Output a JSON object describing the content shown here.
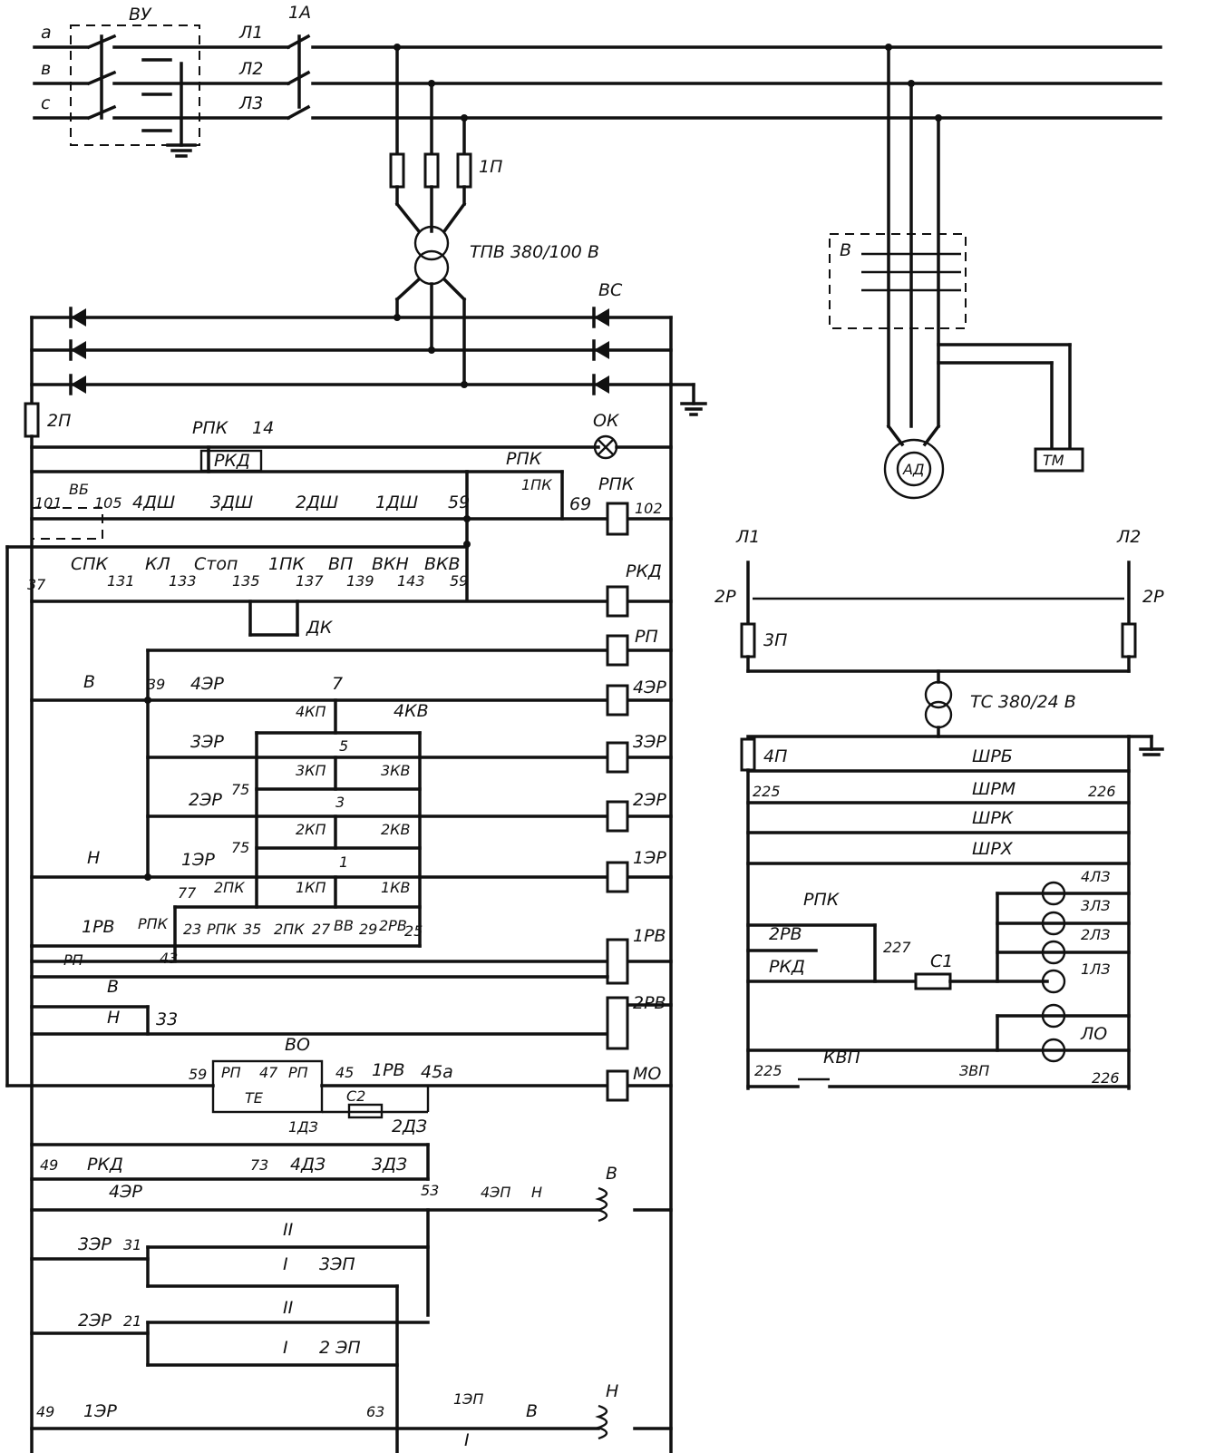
{
  "supply": {
    "phases": [
      "a",
      "в",
      "с"
    ],
    "input_switch": "ВУ",
    "breaker": "1А",
    "lines": [
      "Л1",
      "Л2",
      "Л3"
    ],
    "fuse_1": "1П",
    "transformer_main": "ТПВ 380/100 В",
    "rectifier": "ВС",
    "fuse_2": "2П"
  },
  "motor": {
    "motor": "АД",
    "brake": "ТМ",
    "stator_mark": "В"
  },
  "control": {
    "labels": {
      "rpk": "РПК",
      "n14": "14",
      "rkd": "РКД",
      "ok": "ОК",
      "n101": "101",
      "vb": "ВБ",
      "n105": "105",
      "dsh4": "4ДШ",
      "dsh3": "3ДШ",
      "dsh2": "2ДШ",
      "dsh1": "1ДШ",
      "n59": "59",
      "n69": "69",
      "pk1": "1ПК",
      "n102": "102",
      "n37": "37",
      "spk": "СПК",
      "n131": "131",
      "kl": "КЛ",
      "n133": "133",
      "stop": "Стоп",
      "n135": "135",
      "pk1b": "1ПК",
      "n137": "137",
      "vp": "ВП",
      "n139": "139",
      "vkn": "ВКН",
      "n143": "143",
      "vkv": "ВКВ",
      "n59b": "59",
      "dk": "ДК",
      "rp": "РП",
      "v": "В",
      "n39": "39",
      "er4": "4ЭР",
      "n7": "7",
      "kp4": "4КП",
      "kv4": "4КВ",
      "er3": "3ЭР",
      "n5": "5",
      "n75a": "75",
      "kp3": "3КП",
      "kv3": "3КВ",
      "er2": "2ЭР",
      "n3": "3",
      "n75b": "75",
      "kp2": "2КП",
      "kv2": "2КВ",
      "h": "Н",
      "er1": "1ЭР",
      "n1": "1",
      "n77": "77",
      "pk2": "2ПК",
      "kp1": "1КП",
      "kv1": "1КВ",
      "rpk2": "РПК",
      "n23": "23",
      "rpk3": "РПК",
      "n35": "35",
      "pk2b": "2ПК",
      "n27": "27",
      "vv": "ВВ",
      "n29": "29",
      "rv2c": "2РВ",
      "n25": "25",
      "rv1": "1РВ",
      "rp2": "РП",
      "n43": "43",
      "v2": "В",
      "h2": "Н",
      "n33": "33",
      "n59c": "59",
      "rp3": "РП",
      "n47": "47",
      "rp4": "РП",
      "vo": "ВО",
      "n45": "45",
      "rv1b": "1РВ",
      "n45a": "45а",
      "c2": "С2",
      "te": "ТЕ",
      "dz1": "1ДЗ",
      "dz2": "2ДЗ",
      "n73": "73",
      "dz4": "4ДЗ",
      "dz3": "3ДЗ",
      "n49": "49",
      "rkd2": "РКД",
      "er4b": "4ЭР",
      "n53": "53",
      "ep4": "4ЭП",
      "h3": "Н",
      "v3": "В",
      "er3b": "3ЭР",
      "n31": "31",
      "II_a": "II",
      "I_a": "I",
      "ep3": "3ЭП",
      "er2b": "2ЭР",
      "n21": "21",
      "II_b": "II",
      "I_b": "I",
      "ep2": "2 ЭП",
      "n49b": "49",
      "er1b": "1ЭР",
      "n63": "63",
      "ep1": "1ЭП",
      "I_c": "I",
      "v4": "В",
      "h4": "Н"
    },
    "coils": [
      "РПК",
      "РКД",
      "РП",
      "4ЭР",
      "3ЭР",
      "2ЭР",
      "1ЭР",
      "1РВ",
      "2РВ",
      "МО"
    ]
  },
  "lighting": {
    "l1": "Л1",
    "l2": "Л2",
    "sw": "2Р",
    "sw2": "2Р",
    "fuse3": "3П",
    "transformer": "ТС 380/24 В",
    "fuse4": "4П",
    "shrb": "ШРБ",
    "n225": "225",
    "shrm": "ШРМ",
    "n226": "226",
    "shrk": "ШРК",
    "shrx": "ШРХ",
    "rpk": "РПК",
    "rv2": "2РВ",
    "rkd": "РКД",
    "n227": "227",
    "c1": "С1",
    "lamps": [
      "4ЛЗ",
      "3ЛЗ",
      "2ЛЗ",
      "1ЛЗ"
    ],
    "lo": "ЛО",
    "n225b": "225",
    "kvp": "КВП",
    "zvp": "ЗВП",
    "n226b": "226"
  }
}
